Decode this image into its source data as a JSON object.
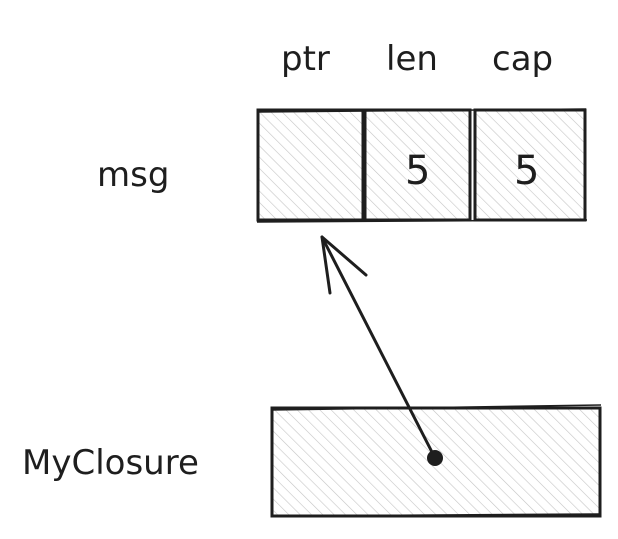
{
  "struct": {
    "name": "msg",
    "fields": [
      {
        "label": "ptr",
        "value": ""
      },
      {
        "label": "len",
        "value": "5"
      },
      {
        "label": "cap",
        "value": "5"
      }
    ]
  },
  "closure": {
    "name": "MyClosure"
  },
  "colors": {
    "stroke": "#1e1e1e",
    "hatch": "#bdbdbd",
    "background": "#ffffff"
  }
}
